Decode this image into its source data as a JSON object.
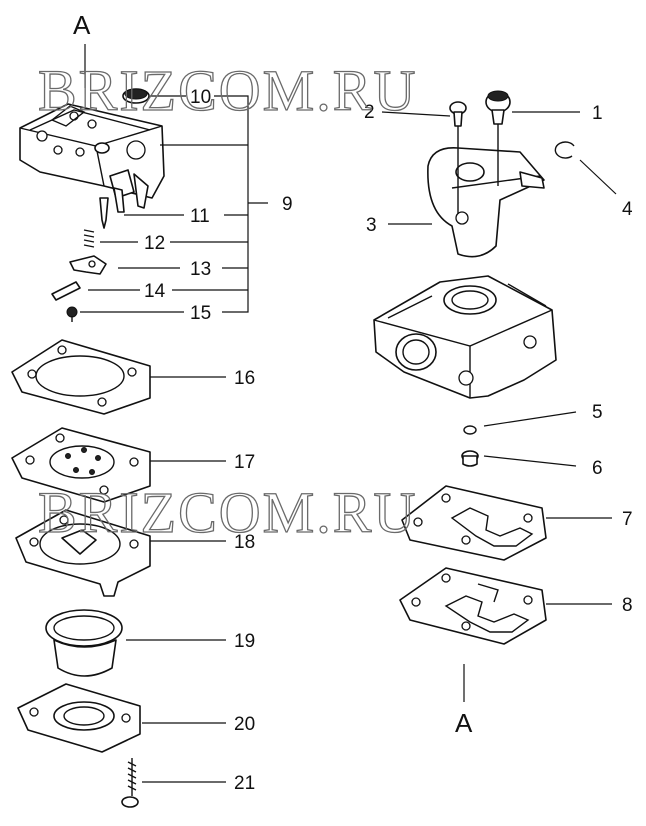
{
  "diagram": {
    "view_marks": {
      "top_left": "A",
      "bottom_right": "A"
    },
    "watermark": "BRIZCOM.RU",
    "callouts": {
      "p1": "1",
      "p2": "2",
      "p3": "3",
      "p4": "4",
      "p5": "5",
      "p6": "6",
      "p7": "7",
      "p8": "8",
      "p9": "9",
      "p10": "10",
      "p11": "11",
      "p12": "12",
      "p13": "13",
      "p14": "14",
      "p15": "15",
      "p16": "16",
      "p17": "17",
      "p18": "18",
      "p19": "19",
      "p20": "20",
      "p21": "21"
    }
  }
}
